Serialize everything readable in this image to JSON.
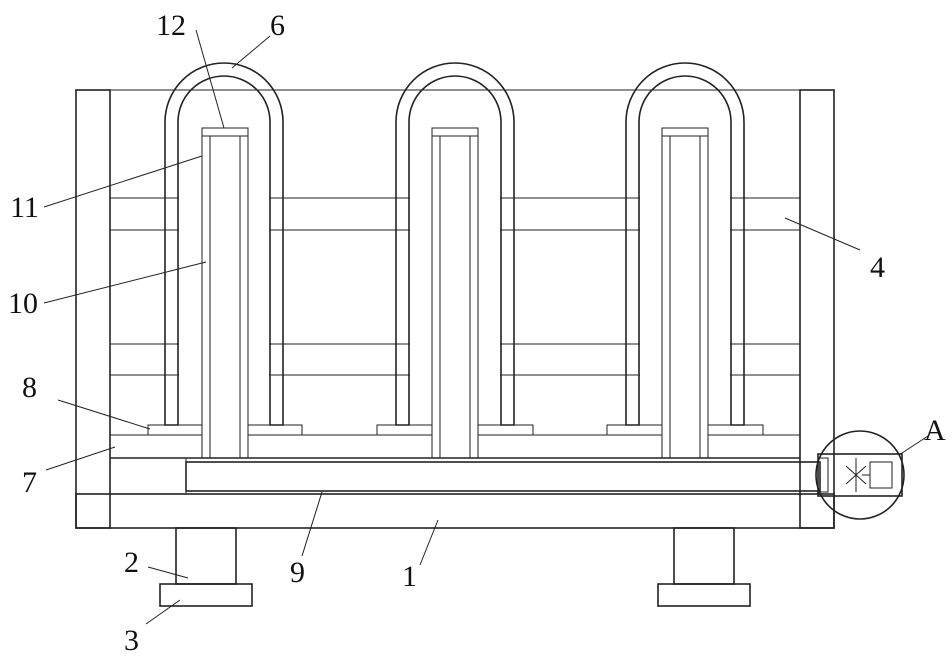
{
  "figure": {
    "labels": {
      "l1": "1",
      "l2": "2",
      "l3": "3",
      "l4": "4",
      "l6": "6",
      "l7": "7",
      "l8": "8",
      "l9": "9",
      "l10": "10",
      "l11": "11",
      "l12": "12",
      "lA": "A"
    }
  }
}
